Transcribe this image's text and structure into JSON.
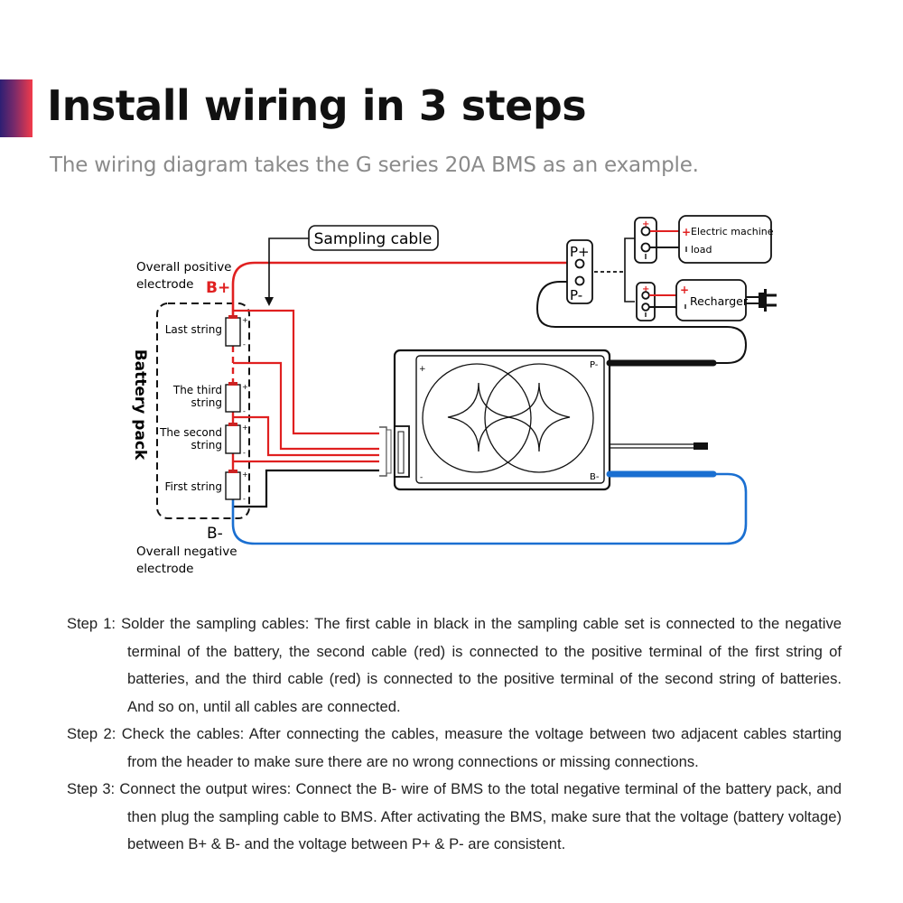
{
  "header": {
    "title": "Install wiring in 3 steps",
    "subtitle": "The wiring diagram takes the G series 20A BMS as an example.",
    "accent_colors": [
      "#2e1f73",
      "#f23a4a"
    ]
  },
  "diagram": {
    "sampling_cable_label": "Sampling cable",
    "positive_label_line1": "Overall positive",
    "positive_label_line2": "electrode",
    "b_plus": "B+",
    "b_minus": "B-",
    "negative_label_line1": "Overall negative",
    "negative_label_line2": "electrode",
    "battery_pack_label": "Battery pack",
    "cells": [
      {
        "line1": "Last string",
        "line2": ""
      },
      {
        "line1": "The third",
        "line2": "string"
      },
      {
        "line1": "The second",
        "line2": "string"
      },
      {
        "line1": "First string",
        "line2": ""
      }
    ],
    "cell_plus": "+",
    "cell_minus": "-",
    "p_plus": "P+",
    "p_minus": "P-",
    "load_label_line1": "Electric machine",
    "load_label_line2": "load",
    "recharger_label": "Recharger",
    "bms_corner_plus": "+",
    "bms_corner_minus": "-",
    "bms_corner_p_minus": "P-",
    "bms_corner_b_minus": "B-",
    "colors": {
      "positive_wire": "#e02020",
      "negative_wire": "#111111",
      "b_minus_wire": "#1a6fd1"
    }
  },
  "steps": [
    {
      "label": "Step 1:",
      "text": "Solder the sampling cables: The first cable in black in the sampling cable set is connected to the negative terminal of the battery, the second cable (red) is connected to the positive terminal of the first string of batteries, and the third cable (red) is connected to the positive terminal of the second string of batteries. And so on, until all cables are connected."
    },
    {
      "label": "Step 2:",
      "text": "Check the cables: After connecting the cables, measure the voltage between two adjacent cables starting from the header to make sure there are no wrong connections or missing connections."
    },
    {
      "label": "Step 3:",
      "text": "Connect the output wires: Connect the B- wire of BMS to the total negative terminal of the battery pack, and then plug the sampling cable to BMS. After activating the BMS, make sure that the voltage (battery voltage) between B+ & B- and the voltage between P+ & P- are consistent."
    }
  ]
}
